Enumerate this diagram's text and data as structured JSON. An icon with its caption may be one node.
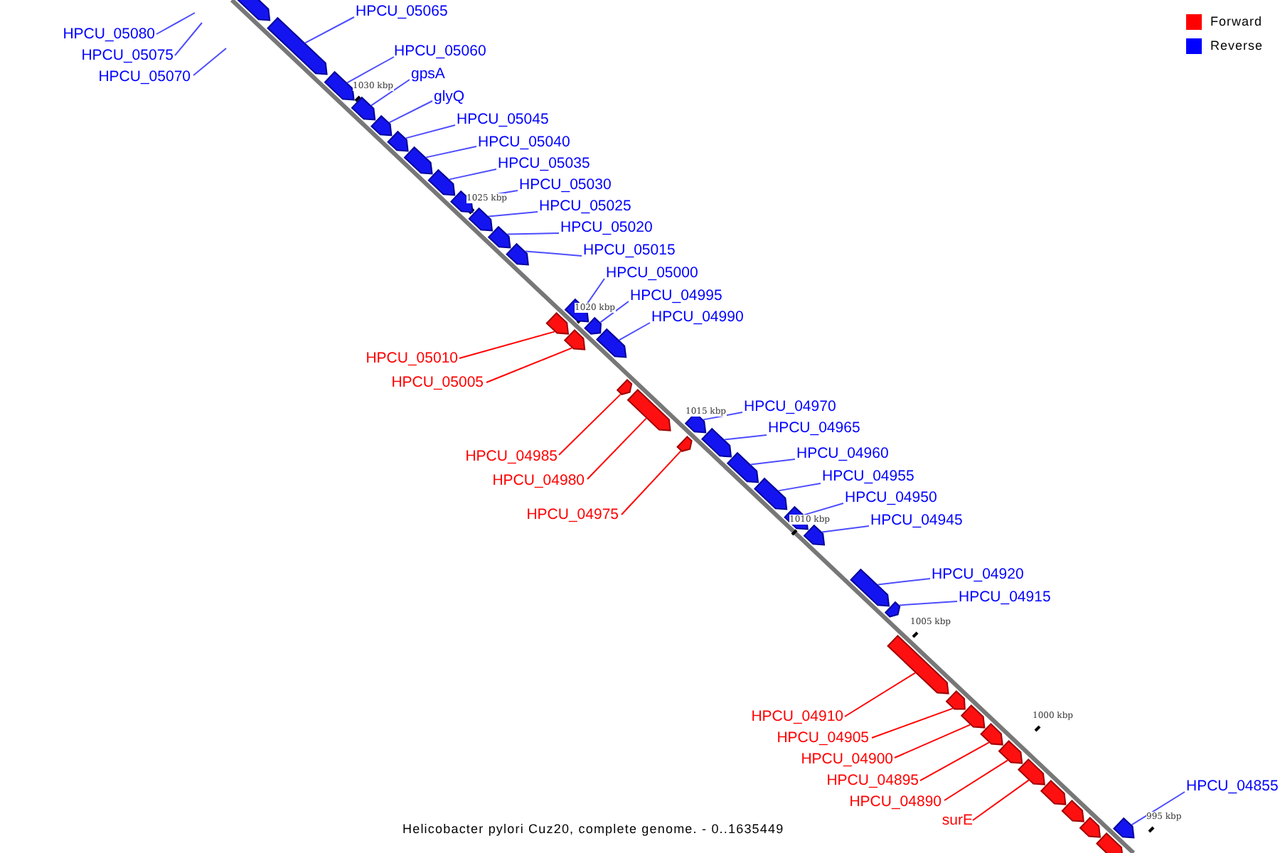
{
  "diagram": {
    "caption": "Helicobacter pylori Cuz20, complete genome. - 0..1635449",
    "nodes": [
      {
        "text": [
          "HPCU_05065"
        ]
      },
      {
        "text": [
          "HPCU_05080"
        ]
      },
      {
        "text": [
          "HPCU_05060"
        ]
      },
      {
        "text": [
          "HPCU_05075"
        ]
      },
      {
        "text": [
          "gpsA"
        ]
      },
      {
        "text": [
          "HPCU_05070"
        ]
      },
      {
        "text": [
          "glyQ"
        ]
      },
      {
        "text": [
          "HPCU_05045"
        ]
      },
      {
        "text": [
          "HPCU_05040"
        ]
      },
      {
        "text": [
          "HPCU_05035"
        ]
      },
      {
        "text": [
          "HPCU_05030"
        ]
      },
      {
        "text": [
          "HPCU_05025"
        ]
      },
      {
        "text": [
          "HPCU_05020"
        ]
      },
      {
        "text": [
          "HPCU_05015"
        ]
      },
      {
        "text": [
          "HPCU_05000"
        ]
      },
      {
        "text": [
          "HPCU_04995"
        ]
      },
      {
        "text": [
          "HPCU_04990"
        ]
      },
      {
        "text": [
          "HPCU_05010"
        ]
      },
      {
        "text": [
          "HPCU_05005"
        ]
      },
      {
        "text": [
          "HPCU_04970"
        ]
      },
      {
        "text": [
          "HPCU_04965"
        ]
      },
      {
        "text": [
          "HPCU_04960"
        ]
      },
      {
        "text": [
          "HPCU_04985"
        ]
      },
      {
        "text": [
          "HPCU_04955"
        ]
      },
      {
        "text": [
          "HPCU_04980"
        ]
      },
      {
        "text": [
          "HPCU_04950"
        ]
      },
      {
        "text": [
          "HPCU_04975"
        ]
      },
      {
        "text": [
          "HPCU_04945"
        ]
      },
      {
        "text": [
          "HPCU_04920"
        ]
      },
      {
        "text": [
          "HPCU_04915"
        ]
      },
      {
        "text": [
          "HPCU_04910"
        ]
      },
      {
        "text": [
          "HPCU_04905"
        ]
      },
      {
        "text": [
          "HPCU_04900"
        ]
      },
      {
        "text": [
          "HPCU_04895"
        ]
      },
      {
        "text": [
          "HPCU_04855"
        ]
      },
      {
        "text": [
          "HPCU_04890"
        ]
      },
      {
        "text": [
          "surE"
        ]
      },
      {
        "text": [],
        "shape": "block"
      },
      {
        "text": [],
        "shape": "block"
      },
      {
        "text": [],
        "shape": "block"
      },
      {
        "text": [],
        "shape": "block"
      },
      {
        "text": [],
        "shape": "block"
      },
      {
        "text": [],
        "shape": "block"
      },
      {
        "text": [],
        "shape": "block"
      },
      {
        "text": [],
        "shape": "block"
      },
      {
        "text": [],
        "shape": "block"
      },
      {
        "text": [],
        "shape": "block"
      },
      {
        "text": [],
        "shape": "block"
      },
      {
        "text": [],
        "shape": "block"
      },
      {
        "text": [],
        "shape": "block"
      },
      {
        "text": [],
        "shape": "block"
      },
      {
        "text": [],
        "shape": "block"
      },
      {
        "text": [],
        "shape": "block"
      },
      {
        "text": [],
        "shape": "block"
      },
      {
        "text": [],
        "shape": "block"
      },
      {
        "text": [],
        "shape": "block"
      },
      {
        "text": [],
        "shape": "block"
      },
      {
        "text": [],
        "shape": "block"
      },
      {
        "text": [],
        "shape": "block"
      },
      {
        "text": [],
        "shape": "block"
      },
      {
        "text": [],
        "shape": "block"
      },
      {
        "text": [],
        "shape": "block"
      },
      {
        "text": [],
        "shape": "block"
      },
      {
        "text": [],
        "shape": "block"
      },
      {
        "text": [],
        "shape": "block"
      },
      {
        "text": [],
        "shape": "block"
      },
      {
        "text": [],
        "shape": "block"
      },
      {
        "text": [],
        "shape": "block"
      },
      {
        "text": [],
        "shape": "block"
      },
      {
        "text": [],
        "shape": "block"
      },
      {
        "text": [],
        "shape": "block"
      },
      {
        "text": [],
        "shape": "block"
      },
      {
        "text": [],
        "shape": "block"
      },
      {
        "text": [],
        "shape": "block"
      },
      {
        "text": [],
        "shape": "block"
      },
      {
        "text": [],
        "shape": "block"
      }
    ],
    "edges": [
      {
        "from": 0,
        "to": 38,
        "arrow": "none"
      },
      {
        "from": 1,
        "to": null,
        "arrow": "none"
      },
      {
        "from": 2,
        "to": 39,
        "arrow": "none"
      },
      {
        "from": 3,
        "to": null,
        "arrow": "none"
      },
      {
        "from": 4,
        "to": 40,
        "arrow": "none"
      },
      {
        "from": 5,
        "to": null,
        "arrow": "none"
      },
      {
        "from": 6,
        "to": 41,
        "arrow": "none"
      },
      {
        "from": 7,
        "to": 42,
        "arrow": "none"
      },
      {
        "from": 8,
        "to": 43,
        "arrow": "none"
      },
      {
        "from": 9,
        "to": 44,
        "arrow": "none"
      },
      {
        "from": 10,
        "to": 45,
        "arrow": "none"
      },
      {
        "from": 11,
        "to": 46,
        "arrow": "none"
      },
      {
        "from": 12,
        "to": 47,
        "arrow": "none"
      },
      {
        "from": 13,
        "to": 48,
        "arrow": "none"
      },
      {
        "from": 14,
        "to": 50,
        "arrow": "none"
      },
      {
        "from": 15,
        "to": 52,
        "arrow": "none"
      },
      {
        "from": 16,
        "to": 53,
        "arrow": "none"
      },
      {
        "from": 17,
        "to": 49,
        "arrow": "none",
        "color": "#ff0000"
      },
      {
        "from": 18,
        "to": 51,
        "arrow": "none",
        "color": "#ff0000"
      },
      {
        "from": 19,
        "to": 56,
        "arrow": "none"
      },
      {
        "from": 20,
        "to": 58,
        "arrow": "none"
      },
      {
        "from": 21,
        "to": 59,
        "arrow": "none"
      },
      {
        "from": 22,
        "to": 54,
        "arrow": "none",
        "color": "#ff0000"
      },
      {
        "from": 23,
        "to": 60,
        "arrow": "none"
      },
      {
        "from": 24,
        "to": 55,
        "arrow": "none",
        "color": "#ff0000"
      },
      {
        "from": 25,
        "to": 61,
        "arrow": "none"
      },
      {
        "from": 26,
        "to": 57,
        "arrow": "none",
        "color": "#ff0000"
      },
      {
        "from": 27,
        "to": 62,
        "arrow": "none"
      },
      {
        "from": 28,
        "to": 63,
        "arrow": "none"
      },
      {
        "from": 29,
        "to": 64,
        "arrow": "none"
      },
      {
        "from": 30,
        "to": 65,
        "arrow": "none",
        "color": "#ff0000"
      },
      {
        "from": 31,
        "to": 66,
        "arrow": "none",
        "color": "#ff0000"
      },
      {
        "from": 32,
        "to": 67,
        "arrow": "none",
        "color": "#ff0000"
      },
      {
        "from": 33,
        "to": 68,
        "arrow": "none",
        "color": "#ff0000"
      },
      {
        "from": 34,
        "to": 75,
        "arrow": "none"
      },
      {
        "from": 35,
        "to": 69,
        "arrow": "none",
        "color": "#ff0000"
      },
      {
        "from": 36,
        "to": 70,
        "arrow": "none",
        "color": "#ff0000"
      }
    ],
    "labels": [
      "1030 kbp",
      "1025 kbp",
      "1020 kbp",
      "1015 kbp",
      "1010 kbp",
      "1005 kbp",
      "1000 kbp",
      "995 kbp"
    ],
    "legend": [
      {
        "text": "Forward",
        "color": "#ff0000"
      },
      {
        "text": "Reverse",
        "color": "#0000ff"
      }
    ]
  }
}
